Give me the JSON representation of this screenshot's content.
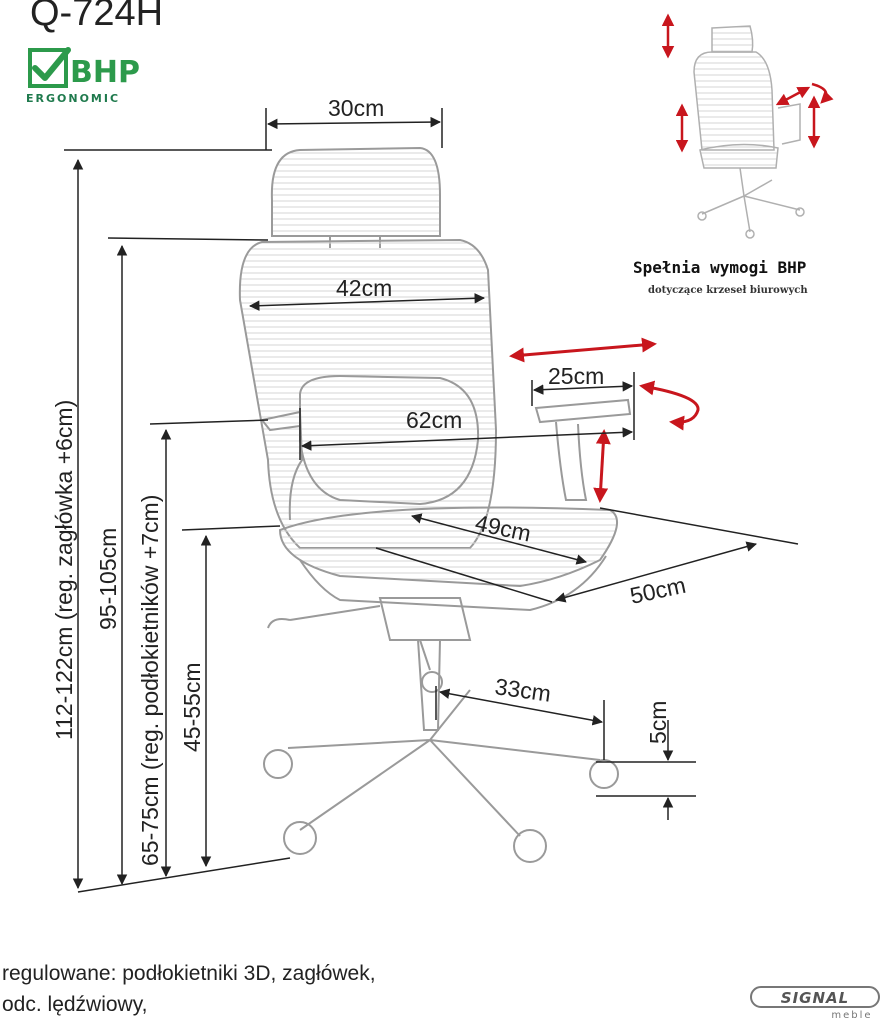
{
  "header": {
    "model": "Q-724H",
    "logo_brand": "BHP",
    "logo_tag": "ERGONOMIC"
  },
  "compliance": {
    "title": "Spełnia wymogi BHP",
    "subtitle": "dotyczące krzeseł biurowych"
  },
  "dimensions": {
    "headrest_width": "30cm",
    "backrest_width": "42cm",
    "armrest_depth": "25cm",
    "armrest_span": "62cm",
    "seat_depth": "49cm",
    "seat_width": "50cm",
    "base_radius": "33cm",
    "caster_height": "5cm",
    "total_height": "112-122cm (reg. zagłówka +6cm)",
    "back_height": "95-105cm",
    "armrest_height": "65-75cm (reg. podłokietników +7cm)",
    "seat_height": "45-55cm"
  },
  "footer": {
    "line1": "regulowane: podłokietniki 3D, zagłówek,",
    "line2": "odc. lędźwiowy,"
  },
  "brand": {
    "name": "SIGNAL",
    "sub": "meble"
  },
  "colors": {
    "adjust_arrow": "#c8161d",
    "logo_green": "#2c9a4b",
    "logo_dark_green": "#1f7a4d",
    "chair_line": "#9a9a9a"
  }
}
